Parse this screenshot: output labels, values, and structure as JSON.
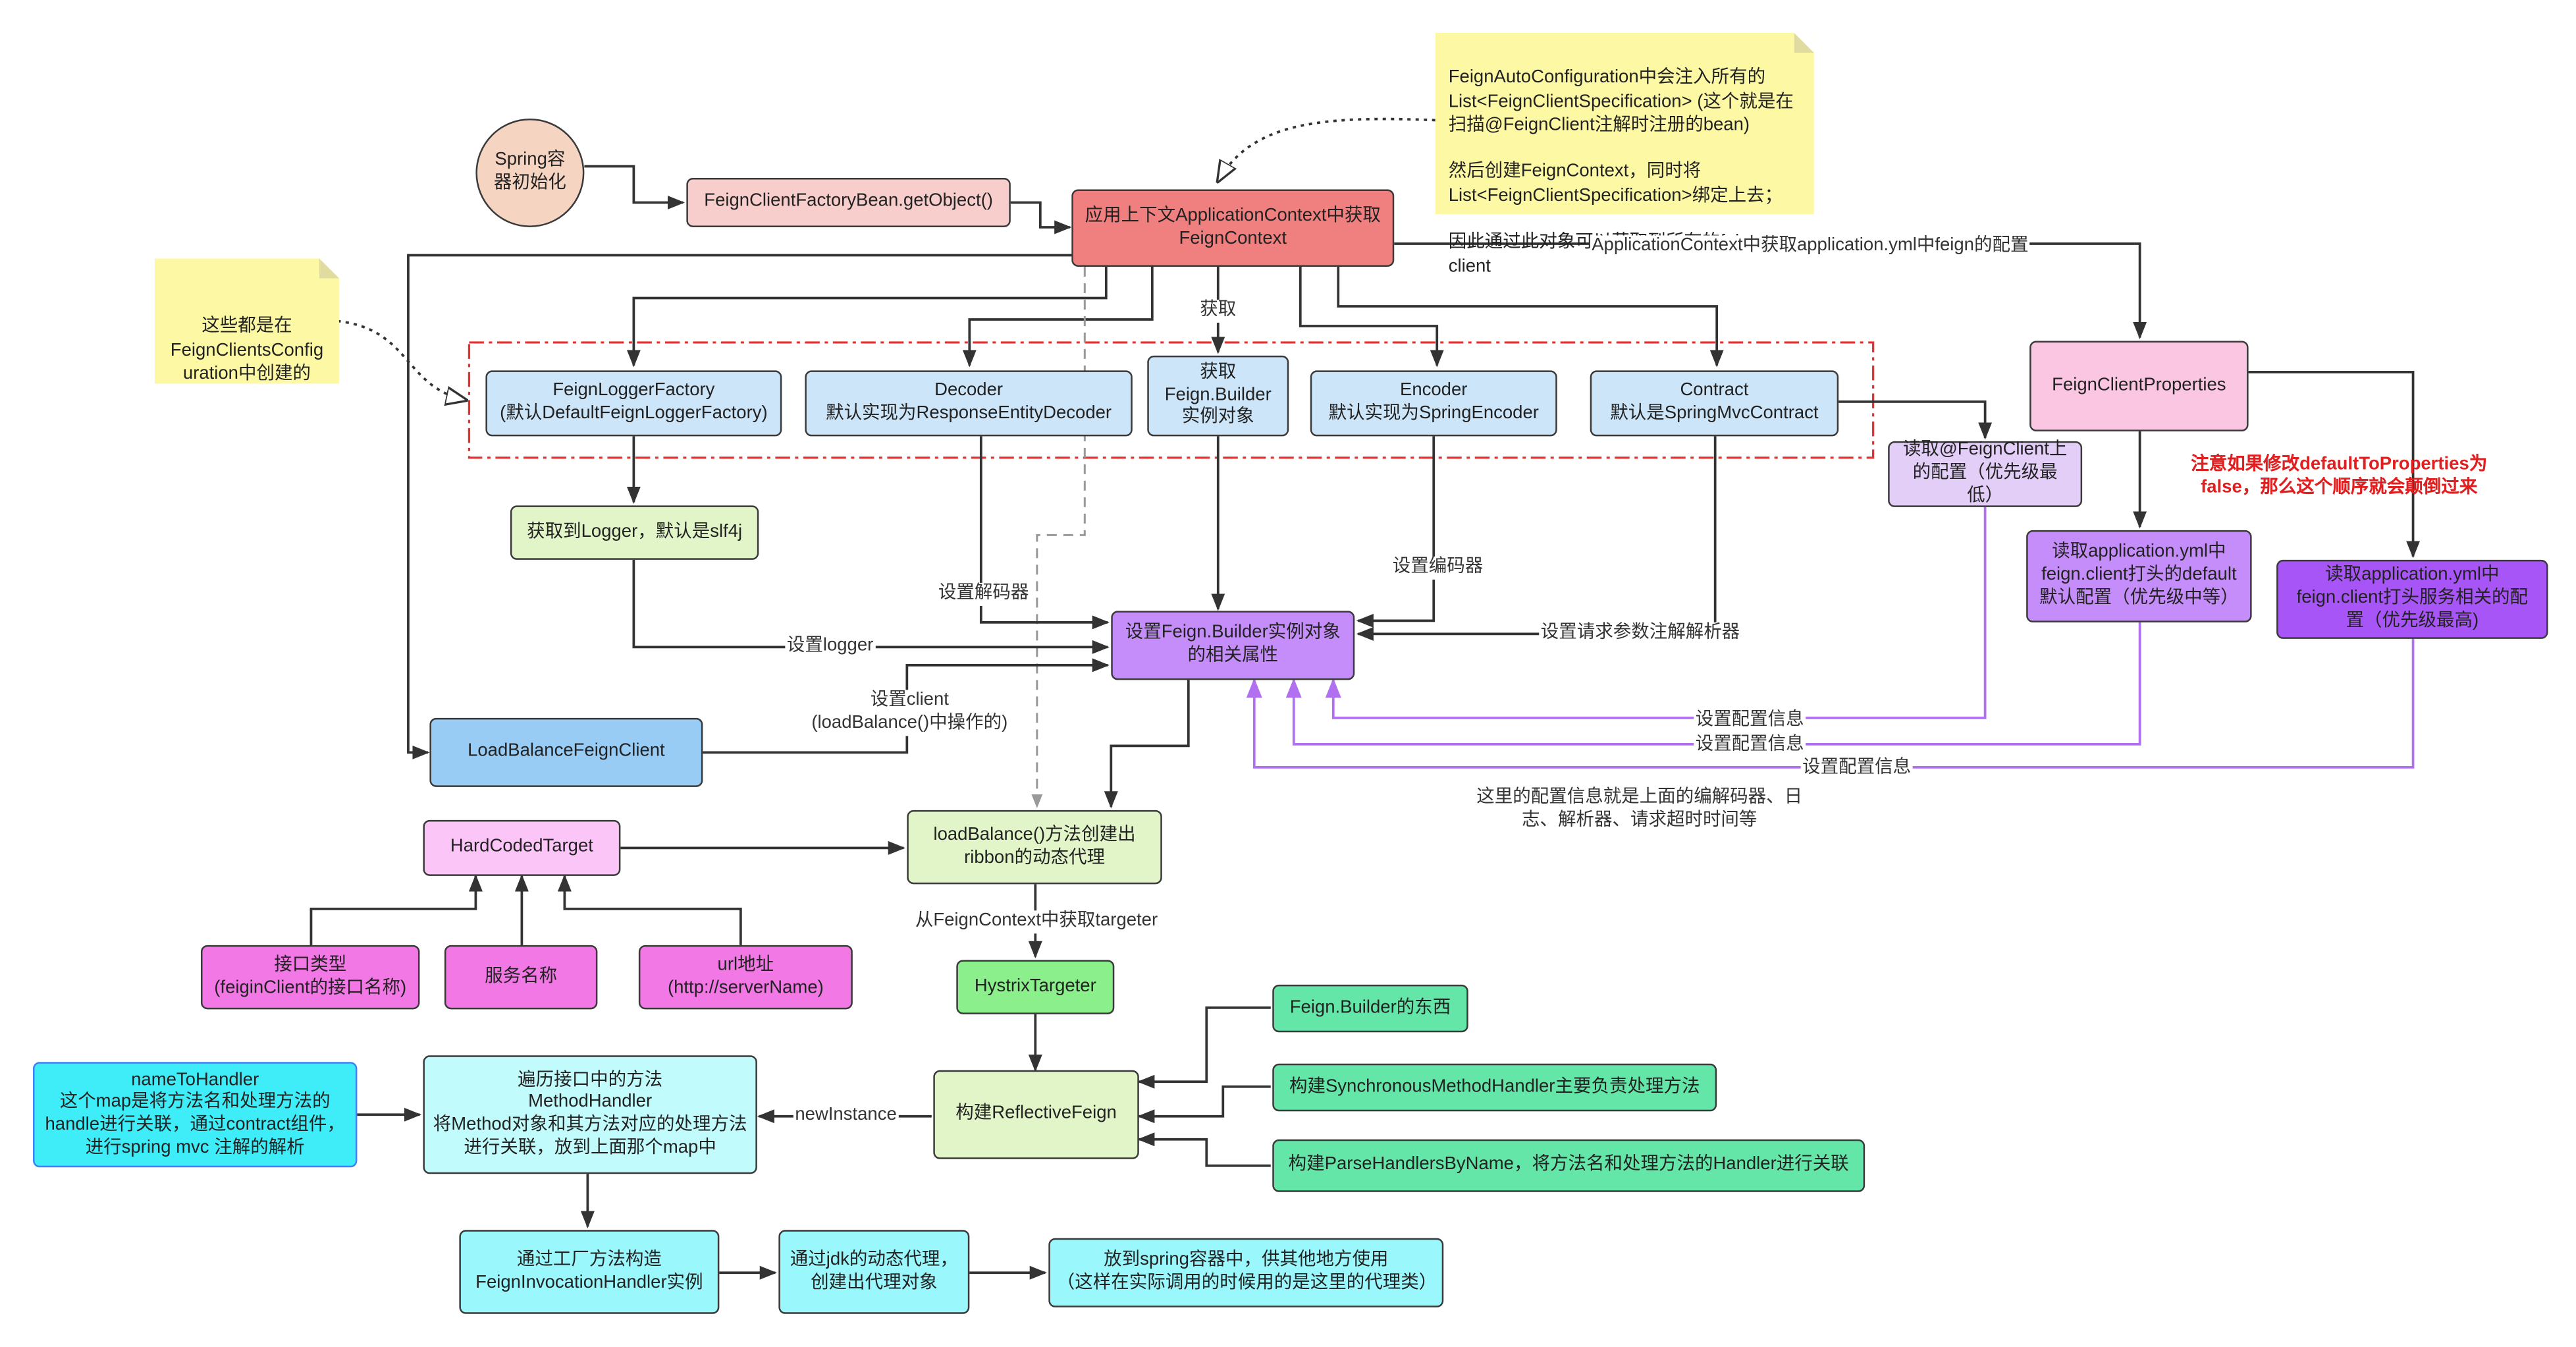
{
  "notes": {
    "auto_config": "FeignAutoConfiguration中会注入所有的\nList<FeignClientSpecification> (这个就是在\n扫描@FeignClient注解时注册的bean)\n\n然后创建FeignContext，同时将\nList<FeignClientSpecification>绑定上去；\n\n因此通过此对象可以获取到所有的feign client",
    "created_in": "这些都是在\nFeignClientsConfig\nuration中创建的"
  },
  "nodes": {
    "spring_init": "Spring容\n器初始化",
    "factory_bean": "FeignClientFactoryBean.getObject()",
    "feign_context": "应用上下文ApplicationContext中获取\nFeignContext",
    "logger_factory": "FeignLoggerFactory\n(默认DefaultFeignLoggerFactory)",
    "decoder": "Decoder\n默认实现为ResponseEntityDecoder",
    "builder_get": "获取\nFeign.Builder\n实例对象",
    "encoder": "Encoder\n默认实现为SpringEncoder",
    "contract": "Contract\n默认是SpringMvcContract",
    "read_annotation": "读取@FeignClient上\n的配置（优先级最\n低）",
    "client_properties": "FeignClientProperties",
    "logger": "获取到Logger，默认是slf4j",
    "builder_props": "设置Feign.Builder实例对象\n的相关属性",
    "read_default": "读取application.yml中\nfeign.client打头的default\n默认配置（优先级中等）",
    "read_service": "读取application.yml中\nfeign.client打头服务相关的配\n置（优先级最高)",
    "lb_client": "LoadBalanceFeignClient",
    "hardcoded": "HardCodedTarget",
    "load_balance": "loadBalance()方法创建出\nribbon的动态代理",
    "iface_type": "接口类型\n(feiginClient的接口名称)",
    "service_name": "服务名称",
    "url_addr": "url地址\n(http://serverName)",
    "hystrix": "HystrixTargeter",
    "builder_stuff": "Feign.Builder的东西",
    "sync_handler": "构建SynchronousMethodHandler主要负责处理方法",
    "parse_handlers": "构建ParseHandlersByName，将方法名和处理方法的Handler进行关联",
    "reflective": "构建ReflectiveFeign",
    "iterate": "遍历接口中的方法\nMethodHandler\n将Method对象和其方法对应的处理方法\n进行关联，放到上面那个map中",
    "name_to_handler": "nameToHandler\n这个map是将方法名和处理方法的\nhandle进行关联，通过contract组件，\n进行spring mvc 注解的解析",
    "invocation": "通过工厂方法构造\nFeignInvocationHandler实例",
    "jdk_proxy": "通过jdk的动态代理，\n创建出代理对象",
    "spring_put": "放到spring容器中，供其他地方使用\n（这样在实际调用的时候用的是这里的代理类）"
  },
  "labels": {
    "read_yml_config": "ApplicationContext中获取application.yml中feign的配置",
    "get": "获取",
    "set_decoder": "设置解码器",
    "set_encoder": "设置编码器",
    "set_logger": "设置logger",
    "set_contract": "设置请求参数注解解析器",
    "set_client": "设置client\n(loadBalance()中操作的)",
    "set_config_1": "设置配置信息",
    "set_config_2": "设置配置信息",
    "set_config_3": "设置配置信息",
    "config_desc": "这里的配置信息就是上面的编解码器、日\n志、解析器、请求超时时间等",
    "warning": "注意如果修改defaultToProperties为\nfalse，那么这个顺序就会颠倒过来",
    "get_targeter": "从FeignContext中获取targeter",
    "new_instance": "newInstance"
  },
  "colors": {
    "spring_init": "#f5d5c2",
    "pink": "#f8cecc",
    "red": "#f07f7f",
    "blue_light": "#cce5f8",
    "blue": "#99ccf5",
    "green_light": "#e2f5c8",
    "purple_light": "#e3cef8",
    "purple": "#c58dfa",
    "purple_dark": "#a855f7",
    "pink_prop": "#fbc6e1",
    "magenta": "#f278e5",
    "magenta_light": "#fbc6f7",
    "green": "#8bef8b",
    "green_teal": "#64e6a8",
    "cyan": "#3fedf8",
    "cyan_light": "#c2fbfb",
    "cyan_mid": "#9af7fb",
    "note": "#fdf8a4"
  }
}
